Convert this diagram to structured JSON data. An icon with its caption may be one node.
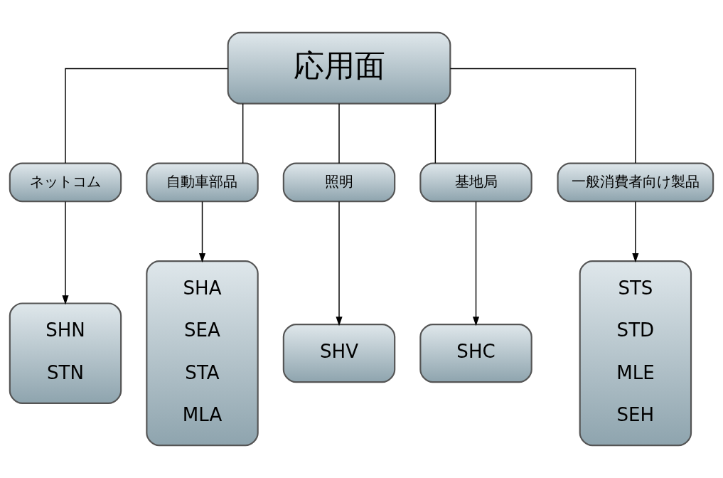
{
  "diagram": {
    "nodes": [
      {
        "text": [
          "応用面"
        ]
      },
      {
        "text": [
          "ネットコム"
        ]
      },
      {
        "text": [
          "自動車部品"
        ]
      },
      {
        "text": [
          "照明"
        ]
      },
      {
        "text": [
          "基地局"
        ]
      },
      {
        "text": [
          "一般消費者向け製品"
        ]
      },
      {
        "text": [
          "SHN",
          "STN"
        ]
      },
      {
        "text": [
          "SHA",
          "SEA",
          "STA",
          "MLA"
        ]
      },
      {
        "text": [
          "SHV"
        ]
      },
      {
        "text": [
          "SHC"
        ]
      },
      {
        "text": [
          "STS",
          "STD",
          "MLE",
          "SEH"
        ]
      }
    ],
    "edges": [
      {
        "from": 0,
        "to": 1,
        "arrow": "none"
      },
      {
        "from": 0,
        "to": 2,
        "arrow": "none"
      },
      {
        "from": 0,
        "to": 3,
        "arrow": "none"
      },
      {
        "from": 0,
        "to": 4,
        "arrow": "none"
      },
      {
        "from": 0,
        "to": 5,
        "arrow": "none"
      },
      {
        "from": 1,
        "to": 6,
        "arrow": "to"
      },
      {
        "from": 2,
        "to": 7,
        "arrow": "to"
      },
      {
        "from": 3,
        "to": 8,
        "arrow": "to"
      },
      {
        "from": 4,
        "to": 9,
        "arrow": "to"
      },
      {
        "from": 5,
        "to": 10,
        "arrow": "to"
      }
    ]
  }
}
